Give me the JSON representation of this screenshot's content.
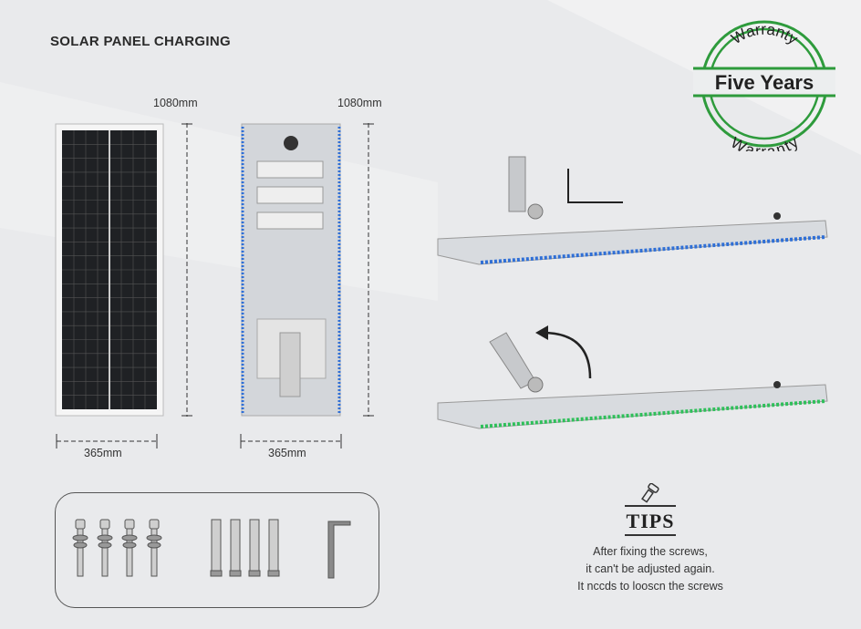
{
  "title": "SOLAR PANEL CHARGING",
  "dimensions": {
    "panel_height": "1080mm",
    "lamp_height": "1080mm",
    "panel_width": "365mm",
    "lamp_width": "365mm"
  },
  "warranty": {
    "top": "Warranty",
    "main": "Five Years",
    "bottom": "Warranty",
    "color": "#2e9b3c"
  },
  "tips": {
    "heading": "TIPS",
    "lines": [
      "After fixing the screws,",
      "it can't be adjusted again.",
      "It nccds to looscn the screws"
    ]
  },
  "colors": {
    "led_blue": "#2f6fd6",
    "led_green": "#2fbf5a"
  }
}
